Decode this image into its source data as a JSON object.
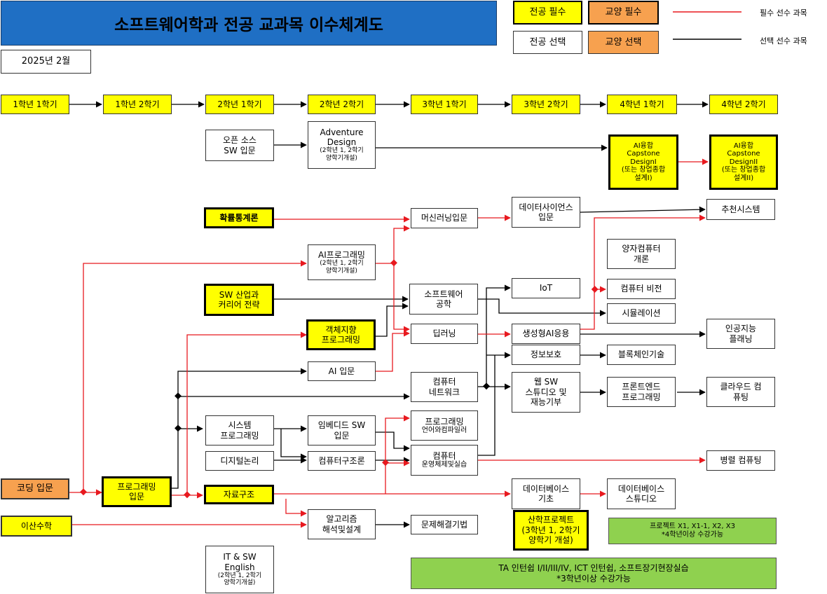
{
  "title": "소프트웨어학과 전공 교과목 이수체계도",
  "date": "2025년 2월",
  "legend": {
    "major_required": "전공 필수",
    "liberal_required": "교양 필수",
    "major_elective": "전공 선택",
    "liberal_elective": "교양 선택",
    "required_prereq": "필수 선수 과목",
    "elective_prereq": "선택 선수 과목"
  },
  "colors": {
    "title_bar": "#1f6fc4",
    "major_required": "#ffff00",
    "liberal": "#f7a14f",
    "note": "#8fd14f",
    "required_arrow": "#e8191f",
    "elective_arrow": "#000000"
  },
  "terms": [
    "1학년 1학기",
    "1학년 2학기",
    "2학년 1학기",
    "2학년 2학기",
    "3학년 1학기",
    "3학년 2학기",
    "4학년 1학기",
    "4학년 2학기"
  ],
  "courses": {
    "opensource": [
      "오픈 소스",
      "SW 입문"
    ],
    "adventure": [
      "Adventure",
      "Design",
      "(2학년 1, 2학기",
      "양학기개설)"
    ],
    "capstone1": [
      "AI융합",
      "Capstone",
      "DesignI",
      "(또는 창업종합",
      "설계I)"
    ],
    "capstone2": [
      "AI융합",
      "Capstone",
      "DesignII",
      "(또는 창업종합",
      "설계II)"
    ],
    "probability": "확률통계론",
    "ml": "머신러닝입문",
    "datascience": [
      "데이터사이언스",
      "입문"
    ],
    "recommender": "추천시스템",
    "quantum": [
      "양자컴퓨터",
      "개론"
    ],
    "aiprog": [
      "AI프로그래밍",
      "(2학년 1, 2학기",
      "양학기개설)"
    ],
    "swcareer": [
      "SW 산업과",
      "커리어 전략"
    ],
    "swengineering": [
      "소프트웨어",
      "공학"
    ],
    "iot": "IoT",
    "vision": "컴퓨터 비전",
    "simulation": "시뮬레이션",
    "oop": [
      "객체지향",
      "프로그래밍"
    ],
    "deeplearning": "딥러닝",
    "genai": "생성형AI응용",
    "aiplanning": [
      "인공지능",
      "플래닝"
    ],
    "security": "정보보호",
    "blockchain": "블록체인기술",
    "aiintro": "AI 입문",
    "network": [
      "컴퓨터",
      "네트워크"
    ],
    "websw": [
      "웹 SW",
      "스튜디오 및",
      "재능기부"
    ],
    "frontend": [
      "프론트엔드",
      "프로그래밍"
    ],
    "cloud": [
      "클라우드 컴",
      "퓨팅"
    ],
    "sysprog": [
      "시스템",
      "프로그래밍"
    ],
    "embedded": [
      "임베디드 SW",
      "입문"
    ],
    "proglang": [
      "프로그래밍",
      "언어와컴파일러"
    ],
    "digitallogic": "디지털논리",
    "comparch": "컴퓨터구조론",
    "os": [
      "컴퓨터",
      "운영체제및실습"
    ],
    "parallel": "병렬 컴퓨팅",
    "coding": "코딩 입문",
    "programming": [
      "프로그래밍",
      "입문"
    ],
    "datastructure": "자료구조",
    "dbbasic": [
      "데이터베이스",
      "기초"
    ],
    "dbstudio": [
      "데이터베이스",
      "스튜디오"
    ],
    "discrete": "이산수학",
    "algorithm": [
      "알고리즘",
      "해석및설계"
    ],
    "problemsolving": "문제해결기법",
    "industry": [
      "산학프로젝트",
      "(3학년 1, 2학기",
      "양학기 개설)"
    ],
    "itenglish": [
      "IT & SW",
      "English",
      "(2학년 1, 2학기",
      "양학기개설)"
    ]
  },
  "notes": {
    "project": [
      "프로젝트 X1, X1-1, X2, X3",
      "*4학년이상 수강가능"
    ],
    "intern": [
      "TA 인턴쉽 I/II/III/IV, ICT 인턴쉽,  소프트장기현장실습",
      "*3학년이상 수강가능"
    ]
  }
}
